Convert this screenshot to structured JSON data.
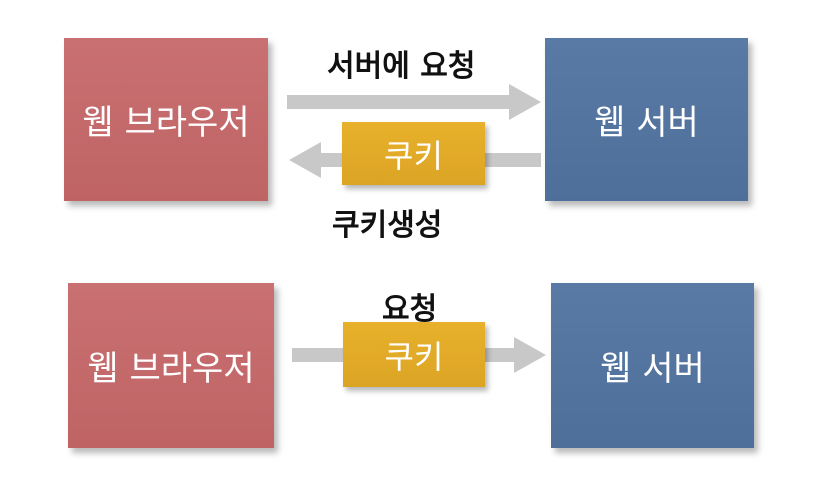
{
  "row1": {
    "browser_label": "웹 브라우저",
    "server_label": "웹 서버",
    "request_label": "서버에 요청",
    "cookie_label": "쿠키",
    "create_label": "쿠키생성"
  },
  "row2": {
    "browser_label": "웹 브라우저",
    "server_label": "웹 서버",
    "request_label": "요청",
    "cookie_label": "쿠키"
  },
  "colors": {
    "browser": "#c46a6b",
    "server": "#5474a0",
    "cookie": "#e2ab28",
    "arrow": "#c8c8c8"
  }
}
